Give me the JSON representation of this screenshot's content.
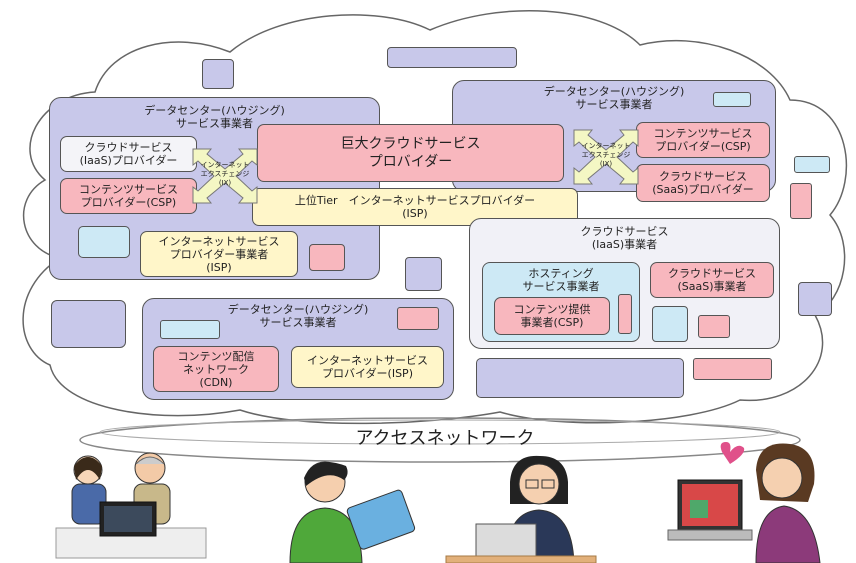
{
  "cloud": {
    "dc_top_left": {
      "title": "データセンター(ハウジング)\nサービス事業者",
      "iaas_provider": "クラウドサービス\n(IaaS)プロバイダー",
      "csp": "コンテンツサービス\nプロバイダー(CSP)",
      "isp_operator": "インターネットサービス\nプロバイダー事業者\n(ISP)"
    },
    "dc_top_right": {
      "title": "データセンター(ハウジング)\nサービス事業者",
      "csp": "コンテンツサービス\nプロバイダー(CSP)",
      "saas_provider": "クラウドサービス\n(SaaS)プロバイダー"
    },
    "mega_cloud": "巨大クラウドサービス\nプロバイダー",
    "upper_tier_isp": "上位Tier　インターネットサービスプロバイダー\n(ISP)",
    "ix_label": "インターネット\nエクスチェンジ\n(IX)",
    "iaas_operator": {
      "title": "クラウドサービス\n(IaaS)事業者",
      "hosting_title": "ホスティング\nサービス事業者",
      "content_provider": "コンテンツ提供\n事業者(CSP)",
      "saas_operator": "クラウドサービス\n(SaaS)事業者"
    },
    "dc_bottom": {
      "title": "データセンター(ハウジング)\nサービス事業者",
      "cdn": "コンテンツ配信\nネットワーク\n(CDN)",
      "isp": "インターネットサービス\nプロバイダー(ISP)"
    }
  },
  "access_network": "アクセスネットワーク",
  "colors": {
    "datacenter": "#c8c8ea",
    "provider": "#f8b7be",
    "isp": "#fff6c9",
    "hosting": "#cde9f5",
    "ix": "#f4f7c4"
  },
  "icons": [
    "family-at-computer-icon",
    "man-with-tablet-icon",
    "woman-with-laptop-icon",
    "woman-online-shopping-icon"
  ]
}
